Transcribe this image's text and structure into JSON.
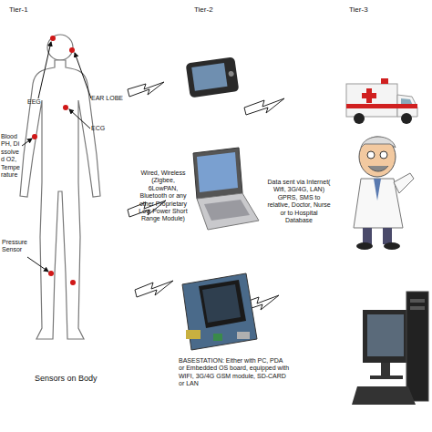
{
  "diagram": {
    "labels": [
      "Tier-1",
      "Tier-2",
      "Tier-3",
      "EEG",
      "EAR LOBE",
      "ECG",
      "Blood PH, Dissolved O2, Temperature",
      "Pressure Sensor",
      "Sensors on Body",
      "Wired, Wireless (Zigbee, 6LowPAN, Bluetooth or any other Proprietary Low Power Short Range Module)",
      "Data sent via Internet( Wifi, 3G/4G, LAN) GPRS, SMS to relative, Doctor, Nurse or to Hospital Database",
      "BASESTATION: Either with PC, PDA or Embedded OS board, equipped with WIFI, 3G/4G GSM module, SD-CARD or LAN"
    ]
  }
}
